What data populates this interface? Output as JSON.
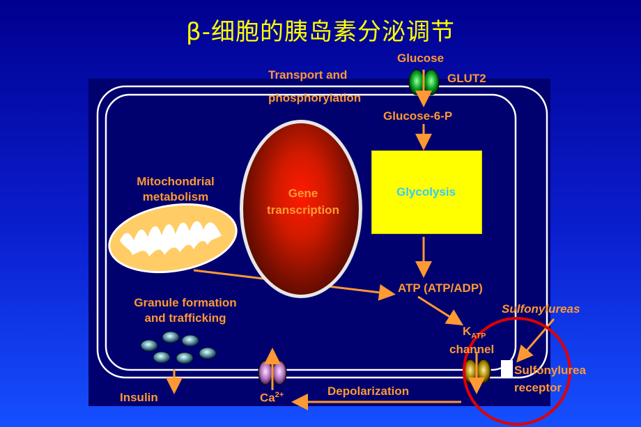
{
  "slide": {
    "title": "β-细胞的胰岛素分泌调节"
  },
  "labels": {
    "glucose": "Glucose",
    "glut2": "GLUT2",
    "transport_line1": "Transport and",
    "transport_line2": "phosphorylation",
    "glucose6p": "Glucose-6-P",
    "mito_line1": "Mitochondrial",
    "mito_line2": "metabolism",
    "gene_line1": "Gene",
    "gene_line2": "transcription",
    "glycolysis": "Glycolysis",
    "atp": "ATP  (ATP/ADP)",
    "granule_line1": "Granule formation",
    "granule_line2": "and trafficking",
    "sulfonylureas": "Sulfonylureas",
    "katp_k": "K",
    "katp_sub": "ATP",
    "katp_channel": "channel",
    "sur_line1": "Sulfonylurea",
    "sur_line2": "receptor",
    "depolarization": "Depolarization",
    "insulin": "Insulin",
    "ca": "Ca",
    "ca_sup": "2+"
  },
  "colors": {
    "background_top": "#00008f",
    "panel": "#00006e",
    "title": "#ffff00",
    "label": "#ff9933",
    "arrow": "#ff9933",
    "glycolysis_box": "#ffff00",
    "glycolysis_text": "#33ccff",
    "membrane": "#ffffff",
    "highlight_circle": "#e00000"
  }
}
